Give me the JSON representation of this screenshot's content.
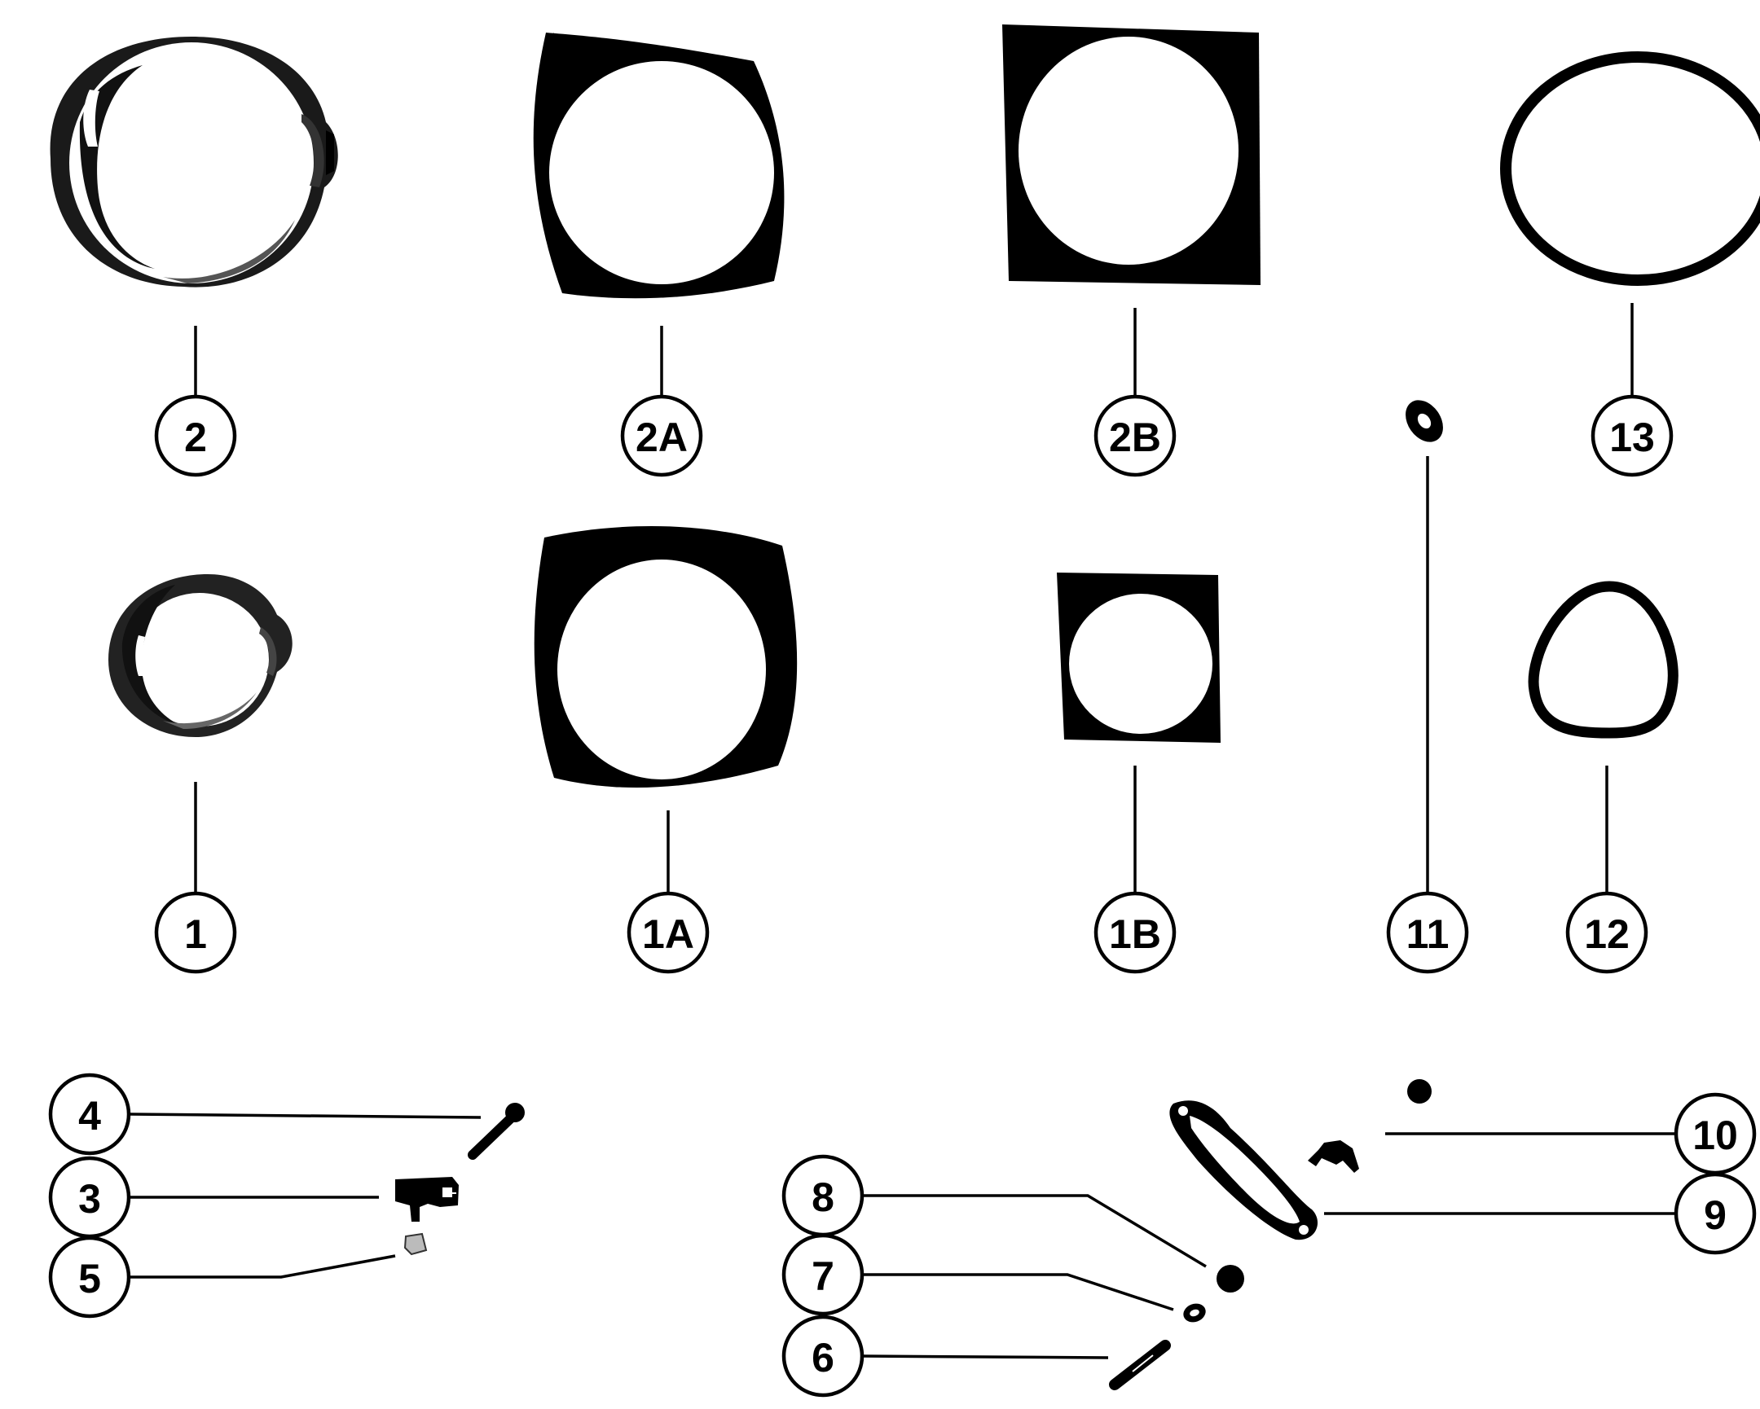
{
  "callouts": {
    "c1": "1",
    "c1A": "1A",
    "c1B": "1B",
    "c2": "2",
    "c2A": "2A",
    "c2B": "2B",
    "c3": "3",
    "c4": "4",
    "c5": "5",
    "c6": "6",
    "c7": "7",
    "c8": "8",
    "c9": "9",
    "c10": "10",
    "c11": "11",
    "c12": "12",
    "c13": "13"
  },
  "icons": {
    "1": "small-bearing-ring-icon",
    "1A": "small-rounded-square-gasket-icon",
    "1B": "small-square-gasket-icon",
    "2": "large-bearing-ring-icon",
    "2A": "large-rounded-square-gasket-icon",
    "2B": "large-square-gasket-icon",
    "3": "clamp-block-icon",
    "4": "screw-icon",
    "5": "small-nut-icon",
    "6": "stud-icon",
    "7": "washer-icon",
    "8": "nut-icon",
    "9": "flange-gasket-icon",
    "10": "bracket-clip-icon",
    "11": "small-o-ring-icon",
    "12": "triangular-seal-ring-icon",
    "13": "large-o-ring-icon"
  },
  "colors": {
    "ink": "#000000",
    "paper": "#ffffff"
  }
}
